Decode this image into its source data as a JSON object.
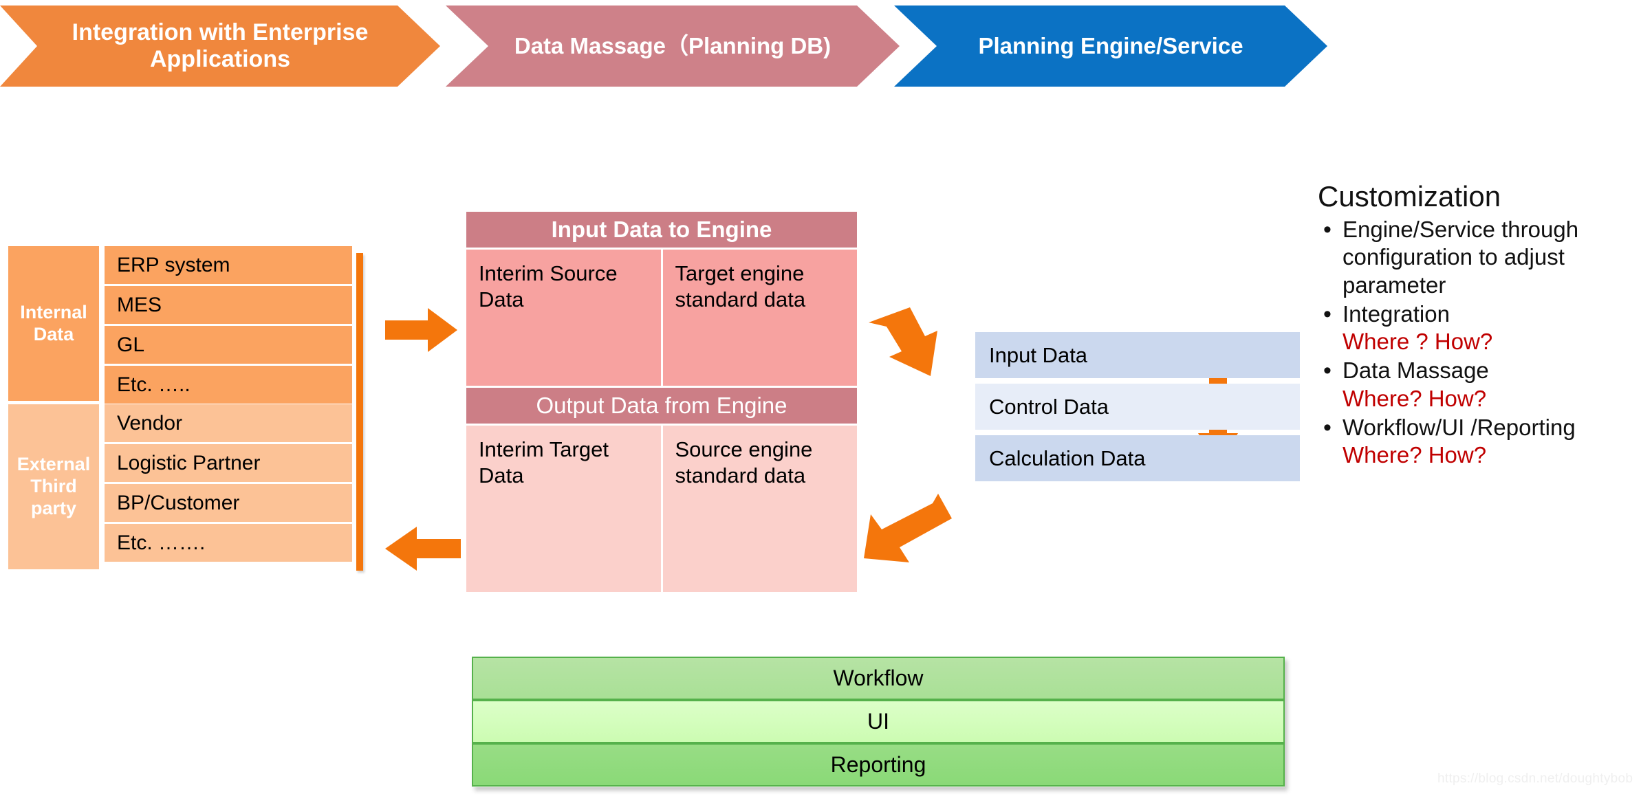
{
  "banner": {
    "steps": [
      {
        "label": "Integration with Enterprise Applications",
        "color": "#F0873D"
      },
      {
        "label": "Data Massage（Planning DB)",
        "color": "#CE8189"
      },
      {
        "label": "Planning Engine/Service",
        "color": "#0B72C4"
      }
    ]
  },
  "sources": {
    "groups": [
      {
        "category": "Internal Data",
        "bg": "#FBA360",
        "items": [
          "ERP system",
          "MES",
          "GL",
          "Etc. ….."
        ]
      },
      {
        "category": "External Third party",
        "bg": "#FCC296",
        "items": [
          "Vendor",
          "Logistic Partner",
          "BP/Customer",
          "Etc. ……."
        ]
      }
    ]
  },
  "engine": {
    "input": {
      "header": "Input Data to Engine",
      "left": "Interim Source Data",
      "right": "Target engine standard data"
    },
    "output": {
      "header": "Output Data from Engine",
      "left": "Interim Target Data",
      "right": "Source engine standard data"
    }
  },
  "engine_data": {
    "rows": [
      "Input Data",
      "Control Data",
      "Calculation Data"
    ]
  },
  "platform": {
    "rows": [
      "Workflow",
      "UI",
      "Reporting"
    ]
  },
  "customization": {
    "title": "Customization",
    "bullet_glyph": "•",
    "items": [
      {
        "text": "Engine/Service through configuration to adjust parameter",
        "question": ""
      },
      {
        "text": "Integration",
        "question": "Where ? How?"
      },
      {
        "text": "Data Massage",
        "question": "Where? How?"
      },
      {
        "text": " Workflow/UI /Reporting",
        "question": "Where? How?"
      }
    ],
    "accent_color": "#C00000"
  },
  "watermark": "https://blog.csdn.net/doughtybob",
  "arrow_color": "#F4760C"
}
